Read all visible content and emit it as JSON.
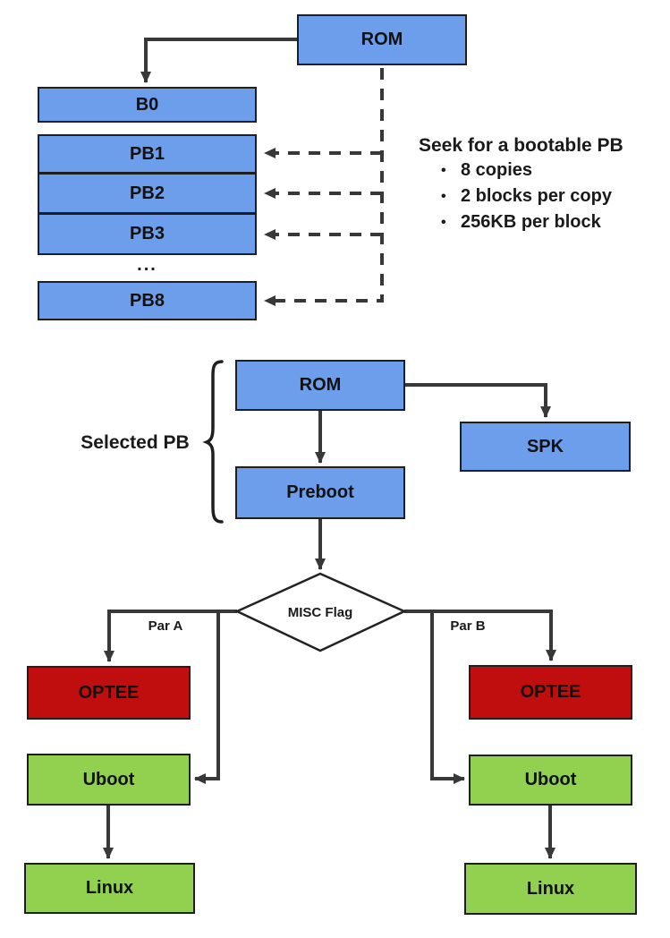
{
  "top": {
    "rom": "ROM",
    "blocks": [
      "B0",
      "PB1",
      "PB2",
      "PB3"
    ],
    "ellipsis": "...",
    "pb8": "PB8",
    "note": {
      "title": "Seek for a bootable PB",
      "bullet_glyph": "•",
      "bullets": [
        "8 copies",
        "2 blocks per copy",
        "256KB per block"
      ]
    }
  },
  "mid": {
    "selected_pb": "Selected PB",
    "rom": "ROM",
    "preboot": "Preboot",
    "spk": "SPK",
    "decision": "MISC Flag"
  },
  "branch_a": {
    "label": "Par A",
    "optee": "OPTEE",
    "uboot": "Uboot",
    "linux": "Linux"
  },
  "branch_b": {
    "label": "Par B",
    "optee": "OPTEE",
    "uboot": "Uboot",
    "linux": "Linux"
  },
  "colors": {
    "box_blue": "#6d9eeb",
    "box_red": "#c00d0d",
    "box_green": "#92d050",
    "line": "#383838",
    "border": "#1f1f1f"
  }
}
